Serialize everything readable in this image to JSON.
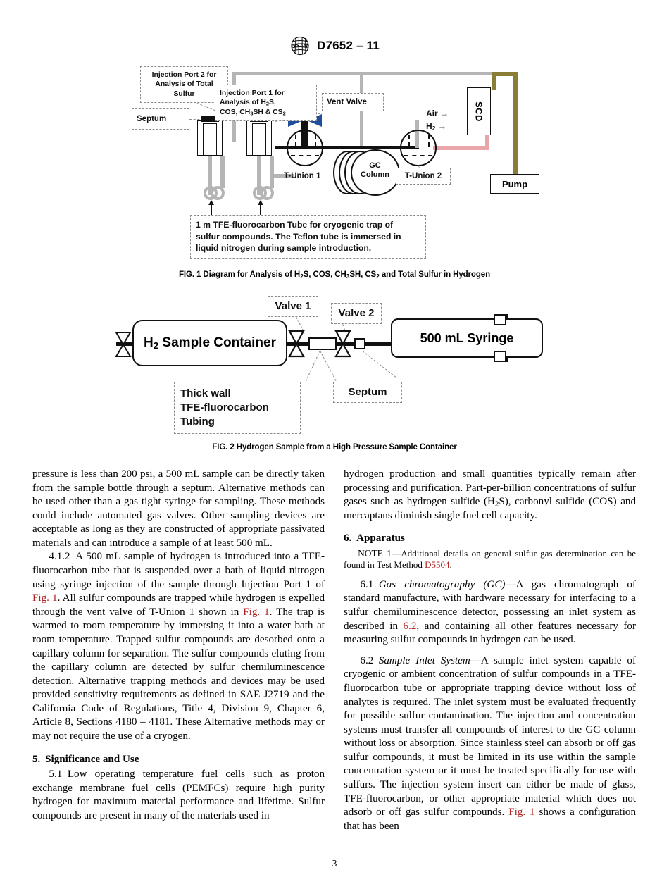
{
  "header": {
    "logo_icon": "astm-logo-icon",
    "designation": "D7652 – 11"
  },
  "figures": [
    {
      "id": "figure-1",
      "caption_prefix": "FIG. 1 Diagram for Analysis of H",
      "caption_full": "FIG. 1 Diagram for Analysis of H2S, COS, CH3SH, CS2 and Total Sulfur in Hydrogen",
      "caption_parts": {
        "p1": "FIG. 1 Diagram for Analysis of H",
        "s1": "2",
        "p2": "S, COS, CH",
        "s2": "3",
        "p3": "SH, CS",
        "s3": "2",
        "p4": " and Total Sulfur in Hydrogen"
      },
      "callouts": {
        "injection_port_2": "Injection Port 2 for Analysis of Total Sulfur",
        "injection_port_1_l1": "Injection Port 1 for",
        "injection_port_1_l2_a": "Analysis of H",
        "injection_port_1_l2_sub": "2",
        "injection_port_1_l2_b": "S,",
        "injection_port_1_l3_a": "COS, CH",
        "injection_port_1_l3_sub": "3",
        "injection_port_1_l3_b": "SH & CS",
        "injection_port_1_l3_sub2": "2",
        "septum": "Septum",
        "vent_valve": "Vent Valve",
        "t_union_2": "T-Union 2",
        "trap_note_l1": "1 m TFE-fluorocarbon Tube for cryogenic trap of",
        "trap_note_l2": "sulfur compounds. The Teflon tube is immersed in",
        "trap_note_l3": "liquid nitrogen during sample introduction."
      },
      "labels": {
        "t_union_1": "T-Union 1",
        "gc_column_l1": "GC",
        "gc_column_l2": "Column",
        "scd": "SCD",
        "pump": "Pump",
        "air": "Air",
        "h2_a": "H",
        "h2_sub": "2",
        "arrow": "→"
      }
    },
    {
      "id": "figure-2",
      "caption": "FIG. 2 Hydrogen Sample from a High Pressure Sample Container",
      "callouts": {
        "valve_1": "Valve 1",
        "valve_2": "Valve 2",
        "septum": "Septum",
        "tubing_l1": "Thick wall",
        "tubing_l2": "TFE-fluorocarbon",
        "tubing_l3": "Tubing"
      },
      "labels": {
        "container_a": "H",
        "container_sub": "2",
        "container_b": " Sample Container",
        "syringe": "500 mL Syringe"
      }
    }
  ],
  "body": {
    "left_column": {
      "para_4_1_1_cont": "pressure is less than 200 psi, a 500 mL sample can be directly taken from the sample bottle through a septum. Alternative methods can be used other than a gas tight syringe for sampling. These methods could include automated gas valves. Other sampling devices are acceptable as long as they are constructed of appropriate passivated materials and can introduce a sample of at least 500 mL.",
      "para_4_1_2": {
        "number": "4.1.2",
        "t1": "A 500 mL sample of hydrogen is introduced into a TFE-fluorocarbon tube that is suspended over a bath of liquid nitrogen using syringe injection of the sample through Injection Port 1 of ",
        "link1": "Fig. 1",
        "t2": ". All sulfur compounds are trapped while hydrogen is expelled through the vent valve of T-Union 1 shown in ",
        "link2": "Fig. 1",
        "t3": ". The trap is warmed to room temperature by immersing it into a water bath at room temperature. Trapped sulfur compounds are desorbed onto a capillary column for separation. The sulfur compounds eluting from the capillary column are detected by sulfur chemiluminescence detection. Alternative trapping methods and devices may be used provided sensitivity requirements as defined in SAE J2719 and the California Code of Regulations, Title 4, Division 9, Chapter 6, Article 8, Sections 4180 – 4181. These Alternative methods may or may not require the use of a cryogen."
      },
      "heading_5": {
        "number": "5.",
        "title": "Significance and Use"
      },
      "para_5_1": {
        "number": "5.1",
        "text": "Low operating temperature fuel cells such as proton exchange membrane fuel cells (PEMFCs) require high purity hydrogen for maximum material performance and lifetime. Sulfur compounds are present in many of the materials used in"
      }
    },
    "right_column": {
      "para_5_1_cont": {
        "t1": "hydrogen production and small quantities typically remain after processing and purification. Part-per-billion concentrations of sulfur gases such as hydrogen sulfide (H",
        "sub1": "2",
        "t2": "S), carbonyl sulfide (COS) and mercaptans diminish single fuel cell capacity."
      },
      "heading_6": {
        "number": "6.",
        "title": "Apparatus"
      },
      "note_1": {
        "label": "NOTE 1—",
        "t1": "Additional details on general sulfur gas determination can be found in Test Method ",
        "link": "D5504",
        "t2": "."
      },
      "para_6_1": {
        "number": "6.1",
        "italic": "Gas chromatography (GC)",
        "t1": "—A gas chromatograph of standard manufacture, with hardware necessary for interfacing to a sulfur chemiluminescence detector, possessing an inlet system as described in ",
        "link": "6.2",
        "t2": ", and containing all other features necessary for measuring sulfur compounds in hydrogen can be used."
      },
      "para_6_2": {
        "number": "6.2",
        "italic": "Sample Inlet System",
        "t1": "—A sample inlet system capable of cryogenic or ambient concentration of sulfur compounds in a TFE-fluorocarbon tube or appropriate trapping device without loss of analytes is required. The inlet system must be evaluated frequently for possible sulfur contamination. The injection and concentration systems must transfer all compounds of interest to the GC column without loss or absorption. Since stainless steel can absorb or off gas sulfur compounds, it must be limited in its use within the sample concentration system or it must be treated specifically for use with sulfurs. The injection system insert can either be made of glass, TFE-fluorocarbon, or other appropriate material which does not adsorb or off gas sulfur compounds. ",
        "link": "Fig. 1",
        "t2": " shows a configuration that has been"
      }
    }
  },
  "footer": {
    "page_number": "3"
  },
  "colors": {
    "link": "#b22222",
    "pipe_gray": "#b5b5b5",
    "pipe_pink": "#e8a6a8",
    "pipe_olive": "#8a7d36",
    "valve_blue": "#1f4e9c",
    "callout_border": "#8a8a8a"
  }
}
